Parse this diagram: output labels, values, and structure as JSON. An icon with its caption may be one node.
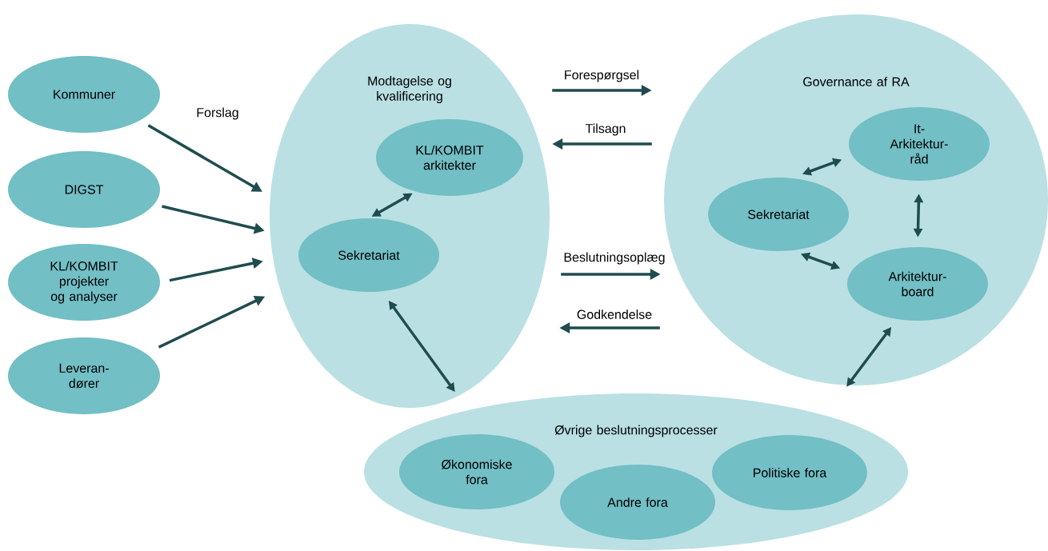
{
  "diagram": {
    "nodes": [
      {
        "text": [
          "Kommuner"
        ]
      },
      {
        "text": [
          "DIGST"
        ]
      },
      {
        "text": [
          "KL/KOMBIT projekter og analyser"
        ]
      },
      {
        "text": [
          "Leveran- dører"
        ]
      },
      {
        "text": [
          "Modtagelse og kvalificering"
        ]
      },
      {
        "text": [
          "KL/KOMBIT arkitekter"
        ],
        "in": 4
      },
      {
        "text": [
          "Sekretariat"
        ],
        "in": 4
      },
      {
        "text": [
          "Governance af RA"
        ]
      },
      {
        "text": [
          "It- Arkitektur- råd"
        ],
        "in": 7
      },
      {
        "text": [
          "Sekretariat"
        ],
        "in": 7
      },
      {
        "text": [
          "Arkitektur- board"
        ],
        "in": 7
      },
      {
        "text": [
          "Øvrige beslutningsprocesser"
        ]
      },
      {
        "text": [
          "Økonomiske fora"
        ],
        "in": 11
      },
      {
        "text": [
          "Andre fora"
        ],
        "in": 11
      },
      {
        "text": [
          "Politiske fora"
        ],
        "in": 11
      }
    ],
    "edges": [
      {
        "from": 0,
        "to": 4,
        "arrow": "to",
        "label": "Forslag"
      },
      {
        "from": 1,
        "to": 4,
        "arrow": "to"
      },
      {
        "from": 2,
        "to": 4,
        "arrow": "to"
      },
      {
        "from": 3,
        "to": 4,
        "arrow": "to"
      },
      {
        "from": 4,
        "to": 7,
        "arrow": "to",
        "label": "Forespørgsel"
      },
      {
        "from": 7,
        "to": 4,
        "arrow": "to",
        "label": "Tilsagn"
      },
      {
        "from": 4,
        "to": 7,
        "arrow": "to",
        "label": "Beslutningsoplæg"
      },
      {
        "from": 7,
        "to": 4,
        "arrow": "to",
        "label": "Godkendelse"
      },
      {
        "from": 6,
        "to": 5,
        "arrow": "both"
      },
      {
        "from": 6,
        "to": 11,
        "arrow": "both"
      },
      {
        "from": 9,
        "to": 8,
        "arrow": "both"
      },
      {
        "from": 8,
        "to": 10,
        "arrow": "both"
      },
      {
        "from": 9,
        "to": 10,
        "arrow": "both"
      },
      {
        "from": 10,
        "to": 11,
        "arrow": "both"
      }
    ]
  }
}
